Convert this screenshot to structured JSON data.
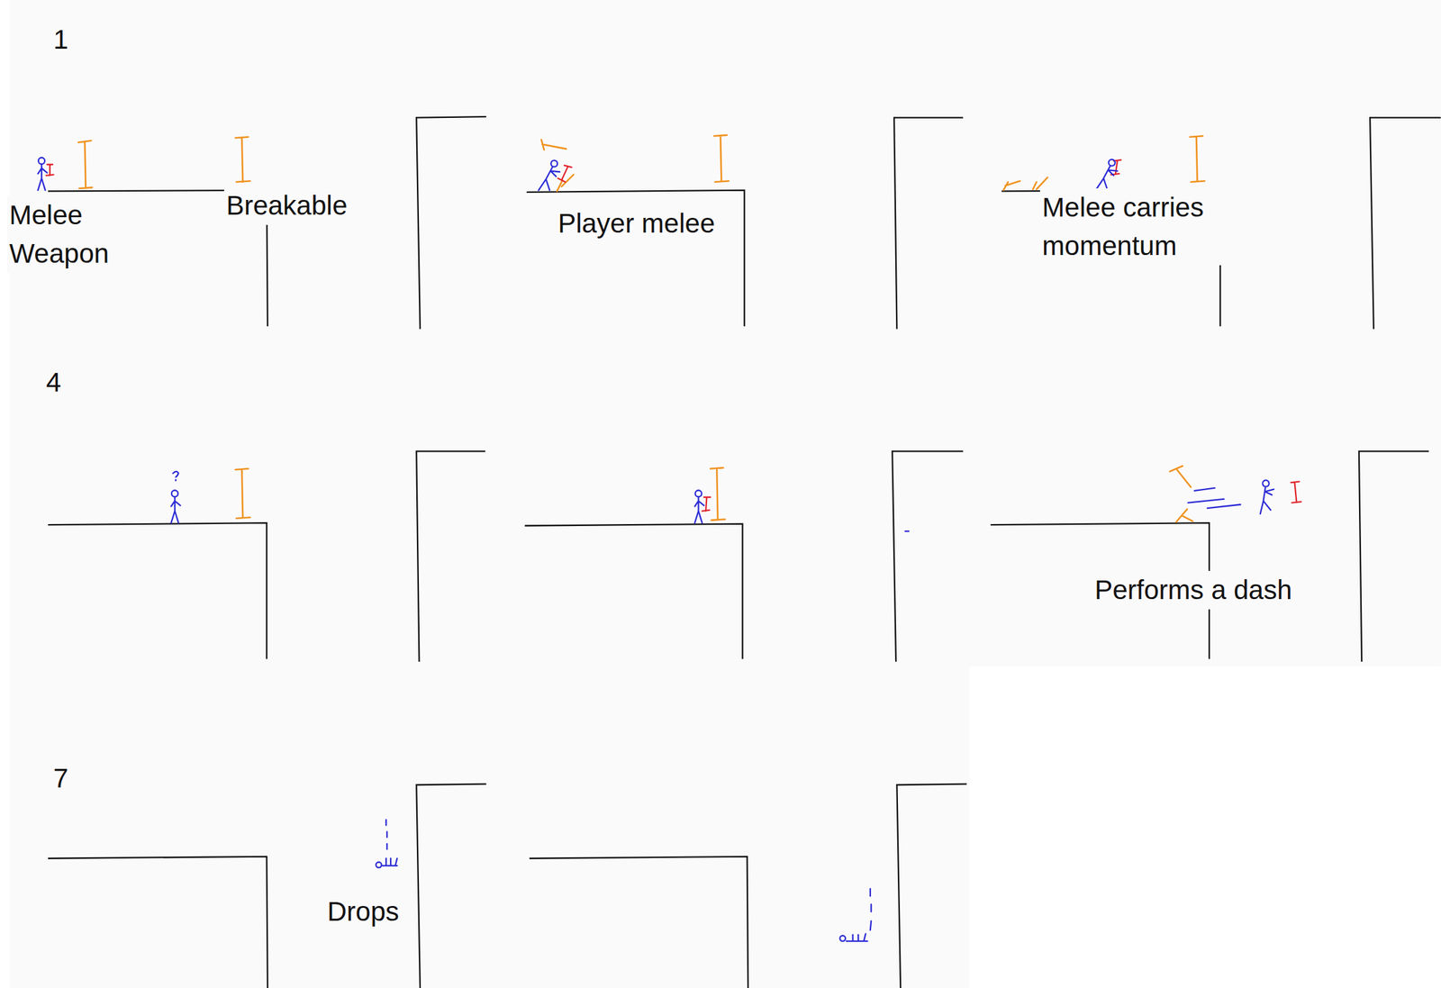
{
  "diagram": {
    "labels": [
      "1",
      "Melee Weapon",
      "Breakable",
      "Player melee",
      "Melee carries momentum",
      "4",
      "Performs a dash",
      "7",
      "Drops"
    ]
  }
}
